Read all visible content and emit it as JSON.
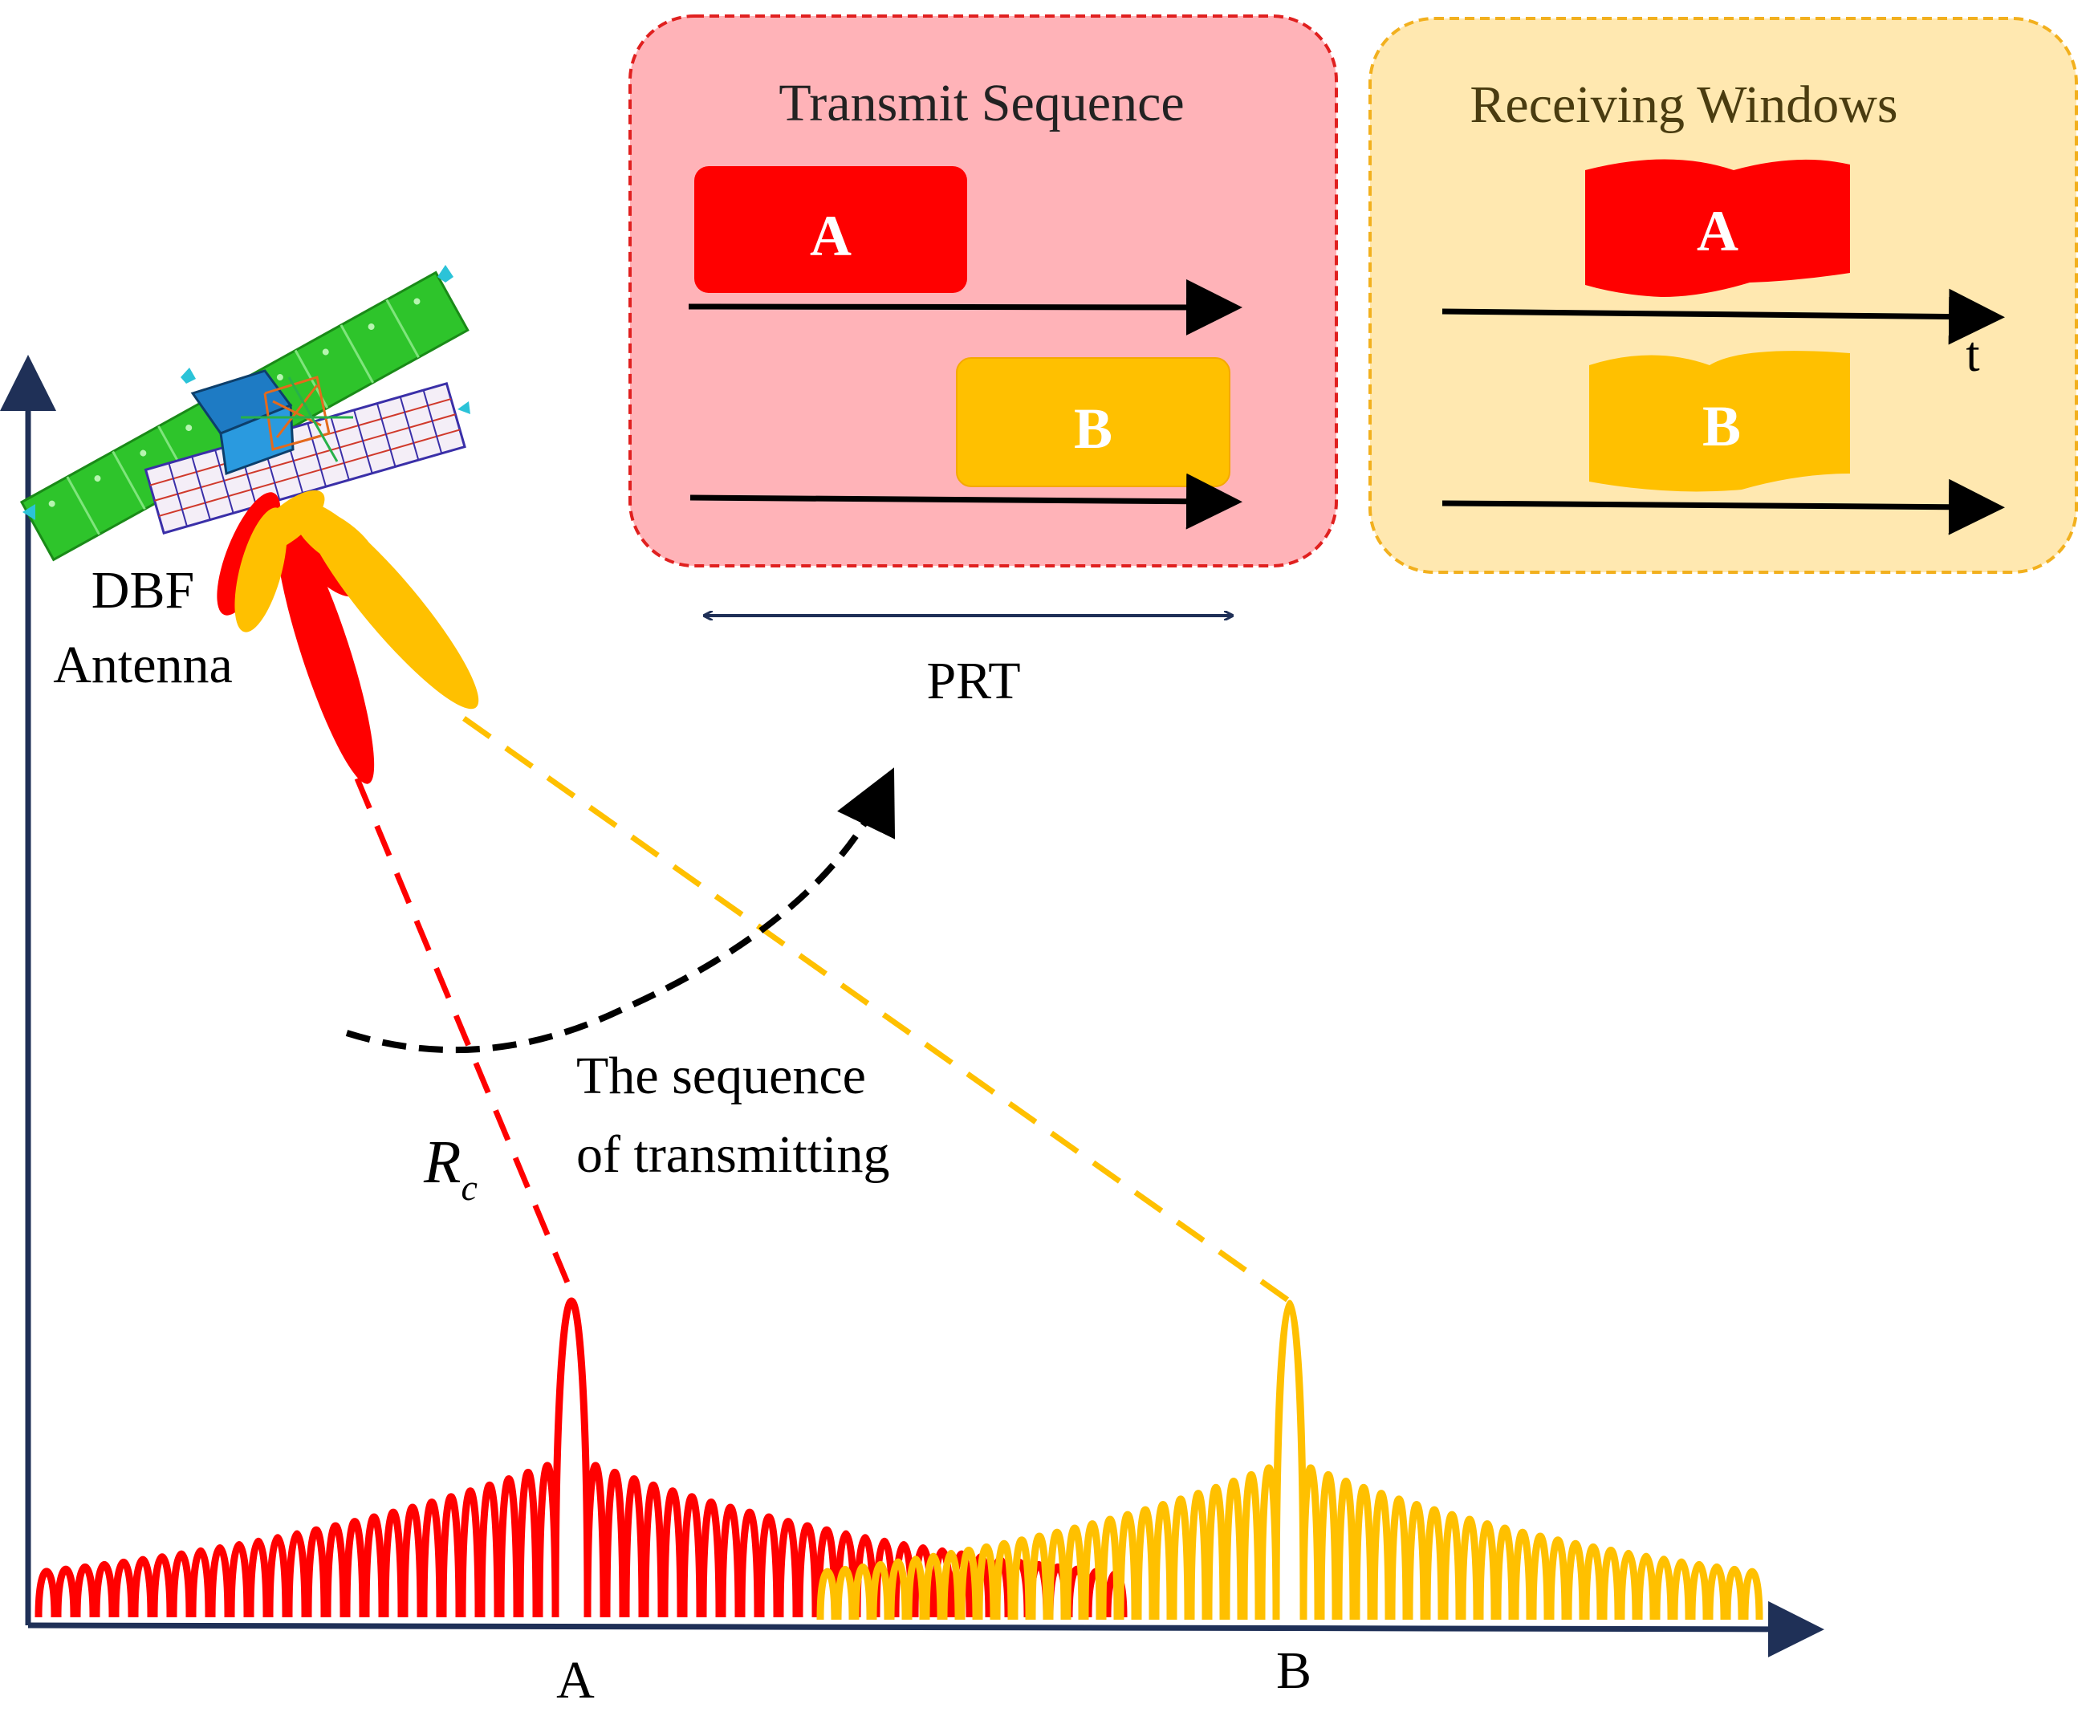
{
  "colors": {
    "red": "#ff0000",
    "yellow": "#ffc000",
    "axis": "#1f3057",
    "transmit_panel_fill": "#ffb3b8",
    "transmit_panel_border": "#e0201f",
    "receive_panel_fill": "#ffe8b0",
    "receive_panel_border": "#f2b01e",
    "arrow_black": "#000000",
    "panel_title_receive": "#4a3c10"
  },
  "transmit_panel": {
    "title": "Transmit Sequence",
    "pulse_a": "A",
    "pulse_b": "B"
  },
  "receive_panel": {
    "title": "Receiving Windows",
    "window_a": "A",
    "window_b": "B",
    "time_label": "t"
  },
  "prt_label": "PRT",
  "antenna_label_line1": "DBF",
  "antenna_label_line2": "Antenna",
  "sequence_label_line1": "The sequence",
  "sequence_label_line2": "of transmitting",
  "range_symbol": "R",
  "range_subscript": "c",
  "ground_label_a": "A",
  "ground_label_b": "B",
  "icons": [
    "satellite-icon",
    "antenna-beam-icon"
  ]
}
